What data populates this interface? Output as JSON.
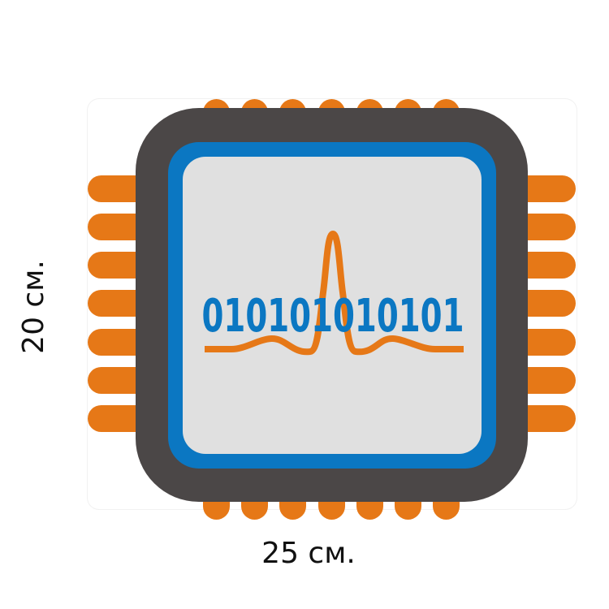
{
  "graphic": {
    "binary_text": "010101010101",
    "icon": "microchip-icon"
  },
  "dimensions": {
    "width_label": "25 см.",
    "height_label": "20 см."
  },
  "colors": {
    "pins": "#e67817",
    "chip_body": "#4b4747",
    "chip_border": "#0b77c2",
    "die_fill": "#e0e0e0",
    "binary_text": "#0b77c2",
    "wave": "#e67817"
  }
}
